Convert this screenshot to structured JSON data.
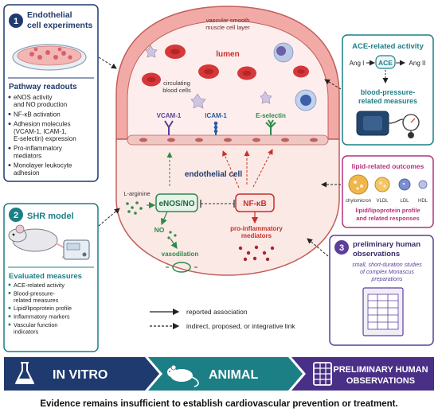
{
  "panel1": {
    "number": "1",
    "title_line1": "Endothelial",
    "title_line2": "cell experiments",
    "readouts_title": "Pathway readouts",
    "readouts": [
      [
        "eNOS activity",
        "and NO production"
      ],
      [
        "NF-κB activation"
      ],
      [
        "Adhesion molecules",
        "(VCAM-1, ICAM-1,",
        "E-selectin) expression"
      ],
      [
        "Pro-inflammatory",
        "mediators"
      ],
      [
        "Monolayer leukocyte",
        "adhesion"
      ]
    ]
  },
  "panel2": {
    "number": "2",
    "title": "SHR model",
    "measures_title": "Evaluated measures",
    "measures": [
      [
        "ACE-related activity"
      ],
      [
        "Blood-pressure-",
        "related measures"
      ],
      [
        "Lipid/lipoprotein profile"
      ],
      [
        "Inflammatory markers"
      ],
      [
        "Vascular function",
        "indicators"
      ]
    ]
  },
  "vessel": {
    "smooth_muscle_line1": "vascular smooth",
    "smooth_muscle_line2": "muscle cell layer",
    "lumen": "lumen",
    "circulating_line1": "circulating",
    "circulating_line2": "blood cells",
    "vcam": "VCAM-1",
    "icam": "ICAM-1",
    "eselectin": "E-selectin",
    "endothelial_cell": "endothelial cell",
    "l_arginine": "L-arginine",
    "enos": "eNOS/NO",
    "nfkb": "NF-κB",
    "no": "NO",
    "vasodilation": "vasodilation",
    "proinflam_line1": "pro-inflammatory",
    "proinflam_line2": "mediators"
  },
  "ace": {
    "title": "ACE-related activity",
    "ang1": "Ang I",
    "ace": "ACE",
    "ang2": "Ang II",
    "bp_line1": "blood-pressure-",
    "bp_line2": "related measures"
  },
  "lipid": {
    "title": "lipid-related outcomes",
    "particles": [
      "chylomicron",
      "VLDL",
      "LDL",
      "HDL"
    ],
    "desc_line1": "lipid/lipoprotein profile",
    "desc_line2": "and related responses"
  },
  "panel3": {
    "number": "3",
    "title_line1": "preliminary human",
    "title_line2": "observations",
    "desc": [
      "small, short-duration studies",
      "of complex Monascus",
      "preparations"
    ]
  },
  "legend": {
    "solid": "reported association",
    "dashed": "indirect, proposed, or integrative link"
  },
  "banner": {
    "in_vitro": "IN VITRO",
    "animal": "ANIMAL",
    "human_line1": "PRELIMINARY HUMAN",
    "human_line2": "OBSERVATIONS"
  },
  "footer": "Evidence remains insufficient to establish cardiovascular prevention or treatment.",
  "colors": {
    "navy": "#1f3a6e",
    "teal": "#1d7f86",
    "purple": "#5b3f9a",
    "red": "#c8302b",
    "green": "#2f8a4a"
  }
}
